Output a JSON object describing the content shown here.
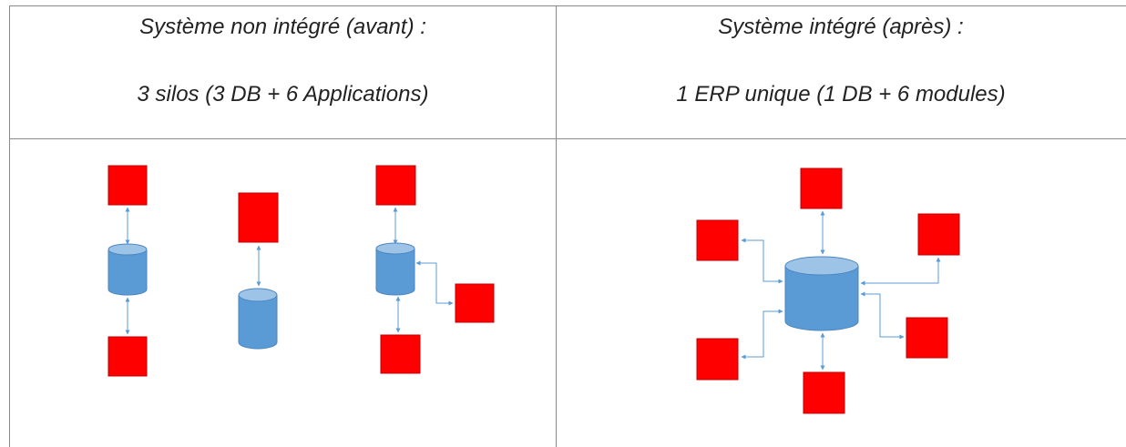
{
  "left_panel": {
    "title": "Système non intégré (avant) :",
    "subtitle": "3 silos (3 DB + 6 Applications)"
  },
  "right_panel": {
    "title": "Système intégré (après) :",
    "subtitle": "1 ERP unique (1 DB + 6 modules)"
  },
  "colors": {
    "application_box": "#ff0000",
    "database_body": "#5b9bd5",
    "database_top": "#9dc3e6",
    "connector": "#5b9bd5",
    "table_border": "#8a8a8a"
  }
}
